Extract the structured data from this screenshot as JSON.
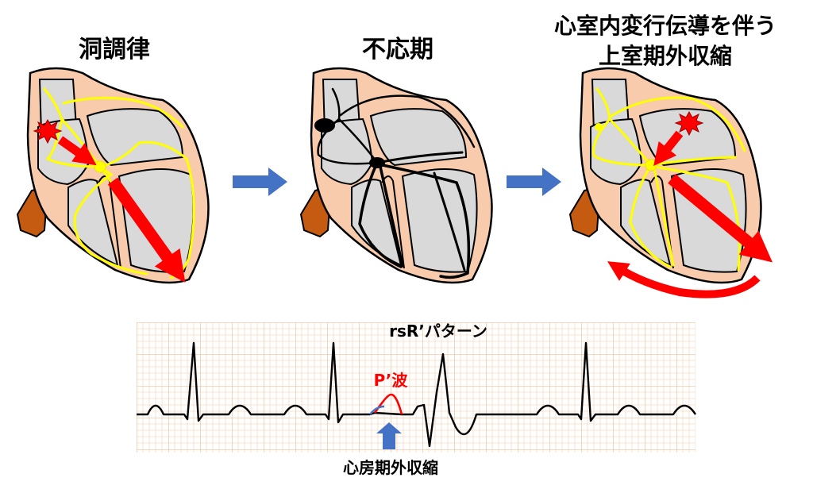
{
  "panels": {
    "left": {
      "title": "洞調律"
    },
    "middle": {
      "title": "不応期"
    },
    "right": {
      "title_line1": "心室内変行伝導を伴う",
      "title_line2": "上室期外収縮"
    }
  },
  "ecg": {
    "pattern_label": "rsR’パターン",
    "p_wave_label": "P’波",
    "pac_label": "心房期外収縮"
  },
  "colors": {
    "conduction_active": "#ffff00",
    "conduction_refractory": "#000000",
    "arrow_red": "#ff0000",
    "arrow_blue": "#4472c4",
    "heart_wall": "#f8cbad",
    "chamber": "#d9d9d9",
    "vessel": "#c55a11",
    "grid": "#f4b183",
    "p_wave": "#ff0000"
  }
}
